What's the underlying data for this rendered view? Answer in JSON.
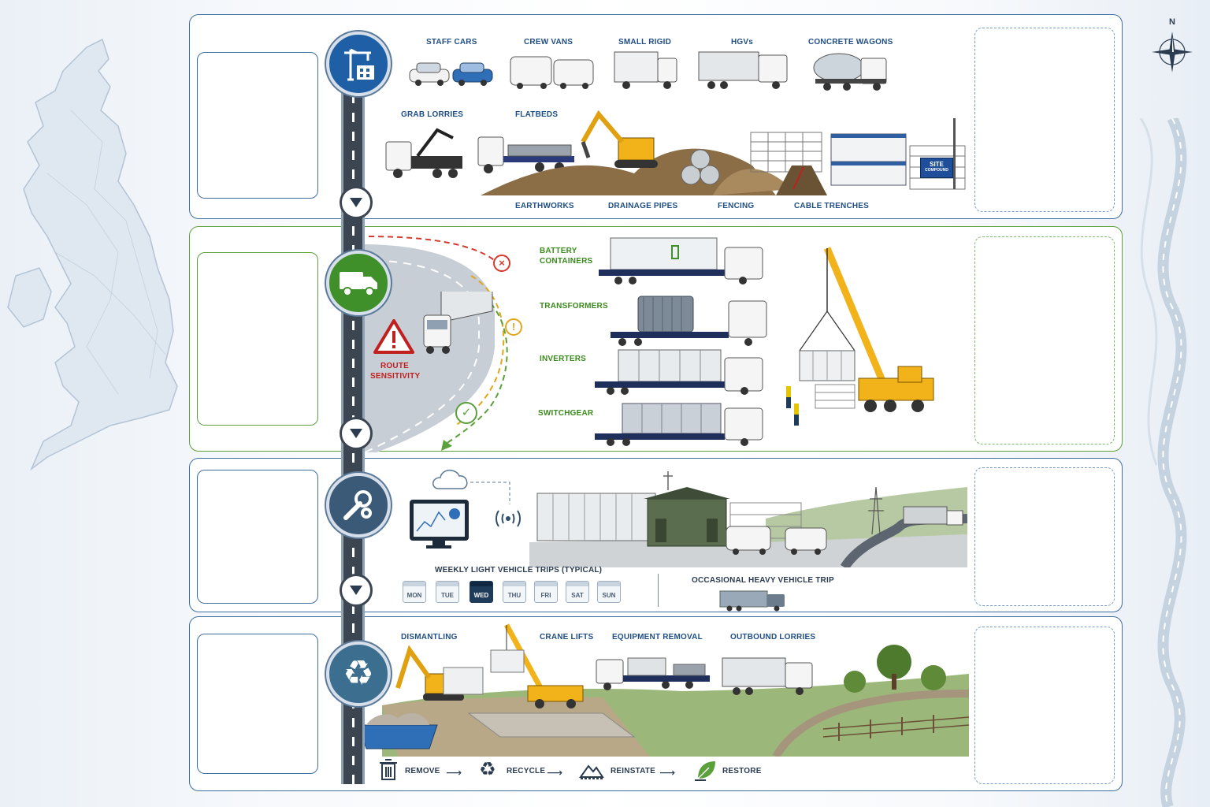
{
  "stages": {
    "construction": {
      "top_labels": [
        "STAFF CARS",
        "CREW VANS",
        "SMALL RIGID",
        "HGVs",
        "CONCRETE WAGONS"
      ],
      "mid_labels": [
        "GRAB LORRIES",
        "FLATBEDS"
      ],
      "bottom_labels": [
        "EARTHWORKS",
        "DRAINAGE PIPES",
        "FENCING",
        "CABLE TRENCHES"
      ],
      "compound_sign": [
        "SITE",
        "COMPOUND"
      ]
    },
    "delivery": {
      "route_label": [
        "ROUTE",
        "SENSITIVITY"
      ],
      "loads": [
        "BATTERY\nCONTAINERS",
        "TRANSFORMERS",
        "INVERTERS",
        "SWITCHGEAR"
      ]
    },
    "operation": {
      "weekly_label": "WEEKLY LIGHT VEHICLE TRIPS (TYPICAL)",
      "days": [
        "MON",
        "TUE",
        "WED",
        "THU",
        "FRI",
        "SAT",
        "SUN"
      ],
      "active_day": "WED",
      "heavy_label": "OCCASIONAL HEAVY VEHICLE TRIP"
    },
    "decommissioning": {
      "labels": [
        "DISMANTLING",
        "CRANE LIFTS",
        "EQUIPMENT REMOVAL",
        "OUTBOUND LORRIES"
      ],
      "flow": [
        "REMOVE",
        "RECYCLE",
        "REINSTATE",
        "RESTORE"
      ]
    }
  },
  "compass": "N",
  "colors": {
    "blue": "#1f5fa6",
    "green": "#3f8f2a",
    "slate": "#3a5a78",
    "teal": "#3b6e8f",
    "road": "#3b4652",
    "alert": "#c0201e"
  }
}
